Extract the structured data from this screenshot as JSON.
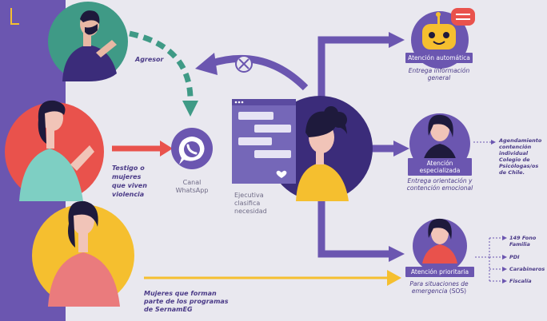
{
  "labels": {
    "agresor": "Agresor",
    "testigo_l1": "Testigo o",
    "testigo_l2": "mujeres",
    "testigo_l3": "que viven",
    "testigo_l4": "violencia",
    "canal_l1": "Canal",
    "canal_l2": "WhatsApp",
    "ejec_l1": "Ejecutiva",
    "ejec_l2": "clasifica",
    "ejec_l3": "necesidad",
    "mujeres_l1": "Mujeres que forman",
    "mujeres_l2": "parte de los programas",
    "mujeres_l3": "de SernamEG"
  },
  "boxes": {
    "auto_title": "Atención automática",
    "auto_sub_l1": "Entrega información",
    "auto_sub_l2": "general",
    "esp_title_l1": "Atención",
    "esp_title_l2": "especializada",
    "esp_sub_l1": "Entrega orientación y",
    "esp_sub_l2": "contención emocional",
    "prio_title": "Atención prioritaria",
    "prio_sub_l1": "Para situaciones de",
    "prio_sub_l2": "emergencia",
    "prio_sub_sos": "(SOS)"
  },
  "agendamiento": [
    "Agendamiento",
    "contención",
    "individual",
    "Colegio de",
    "Psicólogas/os",
    "de Chile."
  ],
  "emergency": {
    "fono_l1": "149 Fono",
    "fono_l2": "Familia",
    "pdi": "PDI",
    "carabineros": "Carabineros",
    "fiscalia": "Fiscalía"
  },
  "colors": {
    "purple": "#6b56b0",
    "dark_purple": "#3b2c7a",
    "green": "#3f9a86",
    "red": "#e9524c",
    "yellow": "#f5bf2f",
    "panel": "#7567b8"
  }
}
